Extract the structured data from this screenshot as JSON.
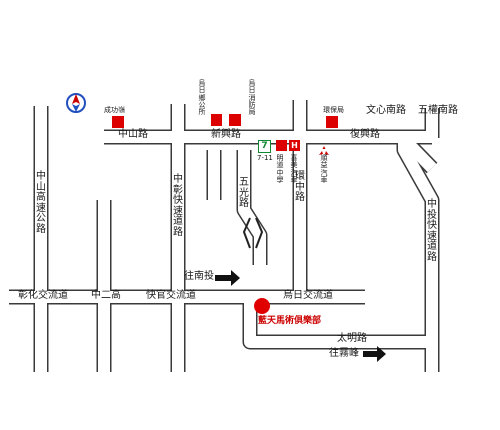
{
  "roads": {
    "zhongshan": "中山路",
    "xinxing": "新興路",
    "fuxing": "復興路",
    "wenxinnan": "文心南路",
    "wuquannan": "五權南路",
    "zhongshan_fwy": "中山高速公路",
    "zhongchang_exp": "中彰快速道路",
    "wuguang": "五光路",
    "huanzhong": "環中路",
    "zhongtou_exp": "中投快速道路",
    "changhua_exp": "彰化交流道",
    "zhongergao": "中二高",
    "kuaiguan_exp": "快官交流道",
    "wuri_exp": "烏日交流道",
    "taiming": "太明路"
  },
  "landmarks": {
    "chenggong": "成功嶺",
    "wuri_office": "烏日鄉公所",
    "wuri_fire": "烏日消防局",
    "epa": "環保局",
    "mingdao": "明道中學",
    "xime": "喜美汽車",
    "shunyi": "順益汽車",
    "seven": "7-11",
    "seven_logo": "7",
    "destination": "藍天馬術俱樂部"
  },
  "directions": {
    "to_nantou": "往南投",
    "to_wufeng": "往霧峰"
  },
  "colors": {
    "road_fill": "#ffffff",
    "road_edge": "#3a3a3a",
    "marker": "#dd0000",
    "destination": "#e00000",
    "compass_blue": "#1f4fbf"
  }
}
